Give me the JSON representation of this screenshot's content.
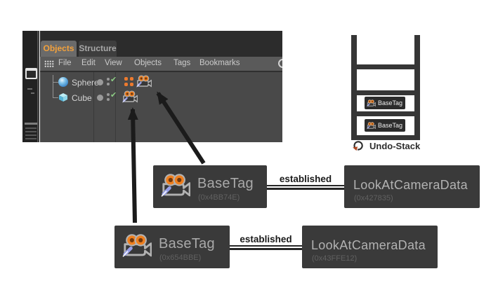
{
  "object_manager": {
    "tabs": [
      "Objects",
      "Structure"
    ],
    "menu": [
      "File",
      "Edit",
      "View",
      "Objects",
      "Tags",
      "Bookmarks"
    ],
    "objects": [
      {
        "name": "Sphere",
        "enabled_check": "✔",
        "tags": [
          "points-tag",
          "look-at-camera-tag"
        ]
      },
      {
        "name": "Cube",
        "enabled_check": "✔",
        "tags": [
          "look-at-camera-tag"
        ]
      }
    ],
    "icons": {
      "handle": "dot-grid-handle",
      "search": "magnifier",
      "sphere": "blue-sphere",
      "cube": "blue-cube",
      "camera_tag": "camera-goggles-tag",
      "points_tag": "four-orange-dots-tag"
    }
  },
  "undo_stack": {
    "label": "Undo-Stack",
    "entries": [
      "BaseTag",
      "BaseTag"
    ],
    "empty_slots": 2,
    "icon": "undo-curved-arrow"
  },
  "diagram": {
    "rows": [
      {
        "tag": {
          "title": "BaseTag",
          "address": "(0x4BB74E)"
        },
        "relation": "established",
        "data": {
          "title": "LookAtCameraData",
          "address": "(0x427835)"
        }
      },
      {
        "tag": {
          "title": "BaseTag",
          "address": "(0x654BBE)"
        },
        "relation": "established",
        "data": {
          "title": "LookAtCameraData",
          "address": "(0x43FFE12)"
        }
      }
    ],
    "icon": "camera-goggles-icon"
  },
  "colors": {
    "accent_orange": "#f2a13c",
    "tag_orange": "#ee7f1f",
    "node_bg": "#3a3a3a",
    "panel_bg": "#494949",
    "menu_bg": "#5a5a5a",
    "header_bg": "#2c2c2c",
    "arrow_black": "#1b1b1b"
  }
}
